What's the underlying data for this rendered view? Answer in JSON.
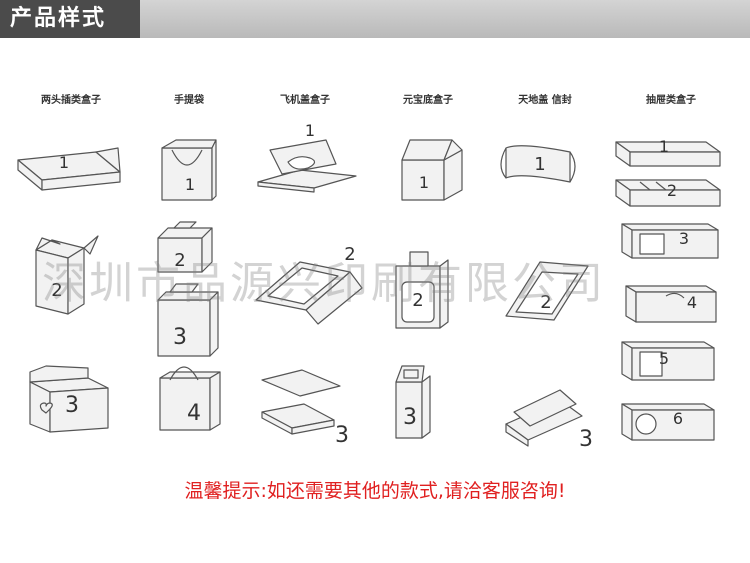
{
  "header": {
    "title": "产品样式"
  },
  "columns": [
    {
      "label": "两头插类盒子"
    },
    {
      "label": "手提袋"
    },
    {
      "label": "飞机盖盒子"
    },
    {
      "label": "元宝底盒子"
    },
    {
      "label": "天地盖 信封"
    },
    {
      "label": "抽屉类盒子"
    }
  ],
  "numbers": {
    "c1": [
      "1",
      "2",
      "3"
    ],
    "c2": [
      "1",
      "2",
      "3",
      "4"
    ],
    "c3": [
      "1",
      "2",
      "3"
    ],
    "c4": [
      "1",
      "2",
      "3"
    ],
    "c5": [
      "1",
      "2",
      "3"
    ],
    "c6": [
      "1",
      "2",
      "3",
      "4",
      "5",
      "6"
    ]
  },
  "watermark": "深圳市品源兴印刷有限公司",
  "tip": "温馨提示:如还需要其他的款式,请洽客服咨询!",
  "colors": {
    "banner_dark": "#4b4b4b",
    "line": "#555555",
    "fill": "#f2f2f2",
    "tip": "#e02020"
  }
}
